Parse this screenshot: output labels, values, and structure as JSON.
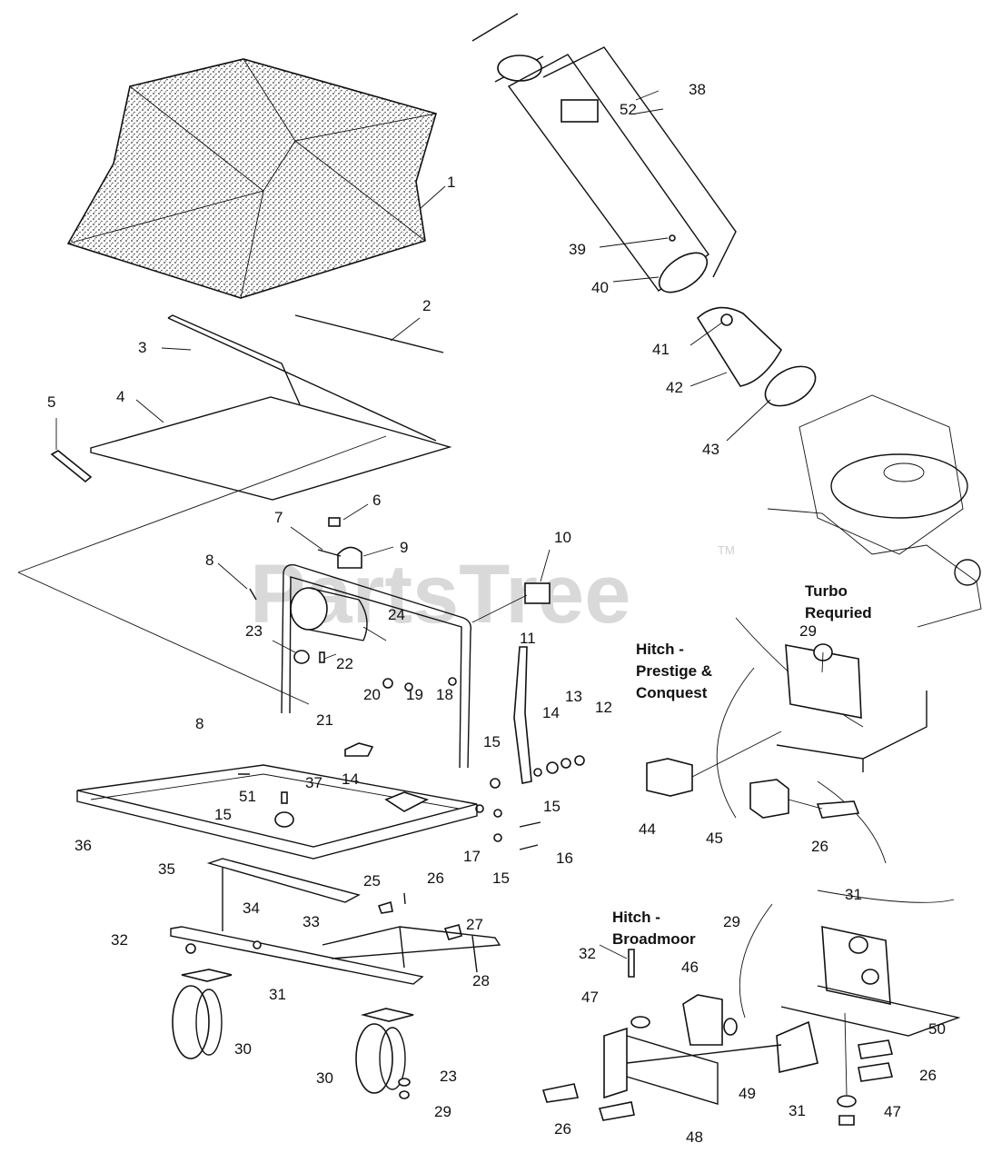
{
  "watermark": {
    "brand": "PartsTree",
    "trademark": "TM"
  },
  "notes": {
    "turbo": [
      "Turbo",
      "Requried"
    ],
    "hitch_prestige": [
      "Hitch -",
      "Prestige &",
      "Conquest"
    ],
    "hitch_broadmoor": [
      "Hitch -",
      "Broadmoor"
    ]
  },
  "callouts": [
    {
      "id": "c1",
      "label": "1"
    },
    {
      "id": "c2",
      "label": "2"
    },
    {
      "id": "c3",
      "label": "3"
    },
    {
      "id": "c4",
      "label": "4"
    },
    {
      "id": "c5",
      "label": "5"
    },
    {
      "id": "c6",
      "label": "6"
    },
    {
      "id": "c7",
      "label": "7"
    },
    {
      "id": "c8a",
      "label": "8"
    },
    {
      "id": "c8b",
      "label": "8"
    },
    {
      "id": "c9",
      "label": "9"
    },
    {
      "id": "c10",
      "label": "10"
    },
    {
      "id": "c11",
      "label": "11"
    },
    {
      "id": "c12",
      "label": "12"
    },
    {
      "id": "c13",
      "label": "13"
    },
    {
      "id": "c14a",
      "label": "14"
    },
    {
      "id": "c14b",
      "label": "14"
    },
    {
      "id": "c15a",
      "label": "15"
    },
    {
      "id": "c15b",
      "label": "15"
    },
    {
      "id": "c15c",
      "label": "15"
    },
    {
      "id": "c15d",
      "label": "15"
    },
    {
      "id": "c16",
      "label": "16"
    },
    {
      "id": "c17",
      "label": "17"
    },
    {
      "id": "c18",
      "label": "18"
    },
    {
      "id": "c19",
      "label": "19"
    },
    {
      "id": "c20",
      "label": "20"
    },
    {
      "id": "c21",
      "label": "21"
    },
    {
      "id": "c22",
      "label": "22"
    },
    {
      "id": "c23a",
      "label": "23"
    },
    {
      "id": "c23b",
      "label": "23"
    },
    {
      "id": "c24",
      "label": "24"
    },
    {
      "id": "c25",
      "label": "25"
    },
    {
      "id": "c26a",
      "label": "26"
    },
    {
      "id": "c26b",
      "label": "26"
    },
    {
      "id": "c26c",
      "label": "26"
    },
    {
      "id": "c26d",
      "label": "26"
    },
    {
      "id": "c27",
      "label": "27"
    },
    {
      "id": "c28",
      "label": "28"
    },
    {
      "id": "c29a",
      "label": "29"
    },
    {
      "id": "c29b",
      "label": "29"
    },
    {
      "id": "c29c",
      "label": "29"
    },
    {
      "id": "c30a",
      "label": "30"
    },
    {
      "id": "c30b",
      "label": "30"
    },
    {
      "id": "c31a",
      "label": "31"
    },
    {
      "id": "c31b",
      "label": "31"
    },
    {
      "id": "c31c",
      "label": "31"
    },
    {
      "id": "c32a",
      "label": "32"
    },
    {
      "id": "c32b",
      "label": "32"
    },
    {
      "id": "c33",
      "label": "33"
    },
    {
      "id": "c34",
      "label": "34"
    },
    {
      "id": "c35",
      "label": "35"
    },
    {
      "id": "c36",
      "label": "36"
    },
    {
      "id": "c37",
      "label": "37"
    },
    {
      "id": "c38",
      "label": "38"
    },
    {
      "id": "c39",
      "label": "39"
    },
    {
      "id": "c40",
      "label": "40"
    },
    {
      "id": "c41",
      "label": "41"
    },
    {
      "id": "c42",
      "label": "42"
    },
    {
      "id": "c43",
      "label": "43"
    },
    {
      "id": "c44",
      "label": "44"
    },
    {
      "id": "c45",
      "label": "45"
    },
    {
      "id": "c46",
      "label": "46"
    },
    {
      "id": "c47a",
      "label": "47"
    },
    {
      "id": "c47b",
      "label": "47"
    },
    {
      "id": "c48",
      "label": "48"
    },
    {
      "id": "c49",
      "label": "49"
    },
    {
      "id": "c50",
      "label": "50"
    },
    {
      "id": "c51",
      "label": "51"
    },
    {
      "id": "c52",
      "label": "52"
    }
  ]
}
